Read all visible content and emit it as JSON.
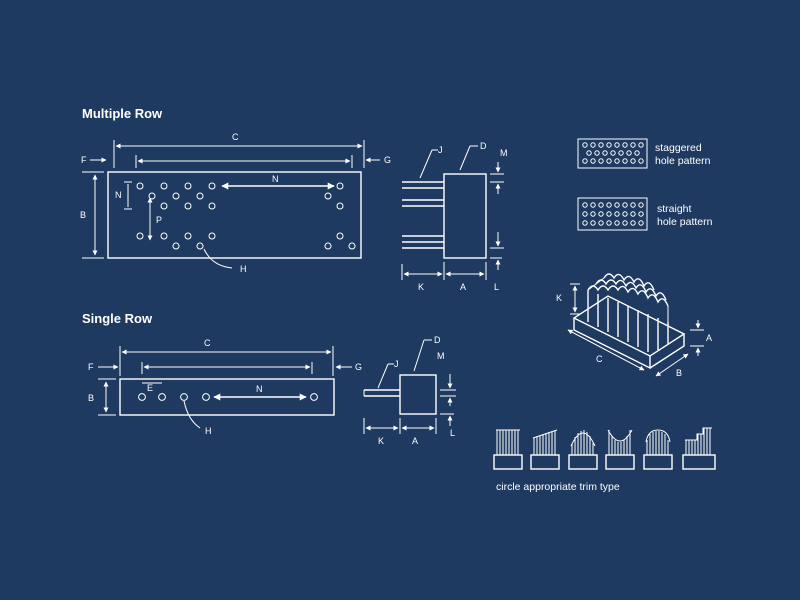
{
  "colors": {
    "background": "#1e3a60",
    "line": "#ffffff"
  },
  "multiple_row": {
    "title": "Multiple Row",
    "labels": {
      "c": "C",
      "f": "F",
      "g": "G",
      "b": "B",
      "n_vert": "N",
      "n_horiz": "N",
      "p": "P",
      "h": "H"
    },
    "side": {
      "j": "J",
      "d": "D",
      "m": "M",
      "k": "K",
      "a": "A",
      "l": "L"
    }
  },
  "single_row": {
    "title": "Single Row",
    "labels": {
      "c": "C",
      "f": "F",
      "g": "G",
      "b": "B",
      "e": "E",
      "n": "N",
      "h": "H"
    },
    "side": {
      "j": "J",
      "d": "D",
      "m": "M",
      "k": "K",
      "a": "A",
      "l": "L"
    }
  },
  "hole_patterns": {
    "staggered": {
      "line1": "staggered",
      "line2": "hole pattern"
    },
    "straight": {
      "line1": "straight",
      "line2": "hole pattern"
    }
  },
  "block": {
    "k": "K",
    "a": "A",
    "c": "C",
    "b": "B"
  },
  "trim": {
    "caption": "circle appropriate trim type"
  }
}
